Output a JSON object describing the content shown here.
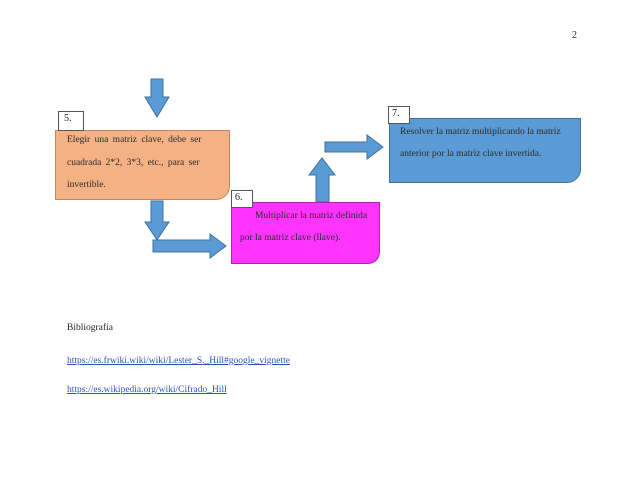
{
  "page_number": "2",
  "steps": {
    "five": {
      "number": "5.",
      "lines": [
        "Elegir una matriz clave, debe ser",
        "cuadrada 2*2, 3*3, etc., para ser",
        "invertible."
      ]
    },
    "six": {
      "number": "6.",
      "lines": [
        "Multiplicar la matriz definida",
        "por la matriz clave (llave)."
      ]
    },
    "seven": {
      "number": "7.",
      "lines": [
        "Resolver la matriz multiplicando la matriz",
        "anterior por la matriz clave invertida."
      ]
    }
  },
  "colors": {
    "step5_fill": "#f4b183",
    "step6_fill": "#ff33ff",
    "step7_fill": "#5b9bd5",
    "arrow_fill": "#5b9bd5"
  },
  "bibliography": {
    "heading": "Bibliografía",
    "links": [
      "https://es.frwiki.wiki/wiki/Lester_S._Hill#google_vignette",
      "https://es.wikipedia.org/wiki/Cifrado_Hill"
    ]
  }
}
